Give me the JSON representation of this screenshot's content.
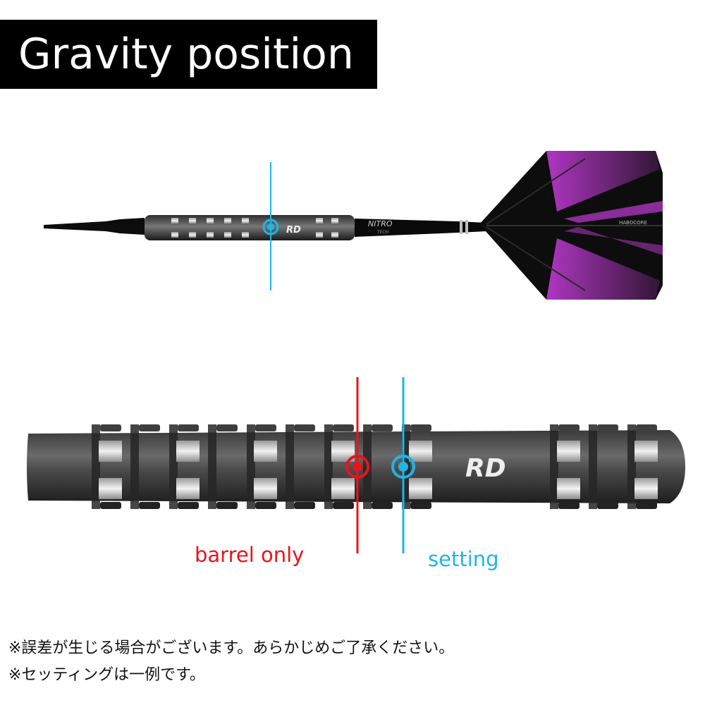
{
  "title": "Gravity position",
  "labels": {
    "barrel_only": "barrel only",
    "setting": "setting"
  },
  "dart": {
    "barrel_logo": "RD",
    "shaft_logo": "NITRO",
    "shaft_logo_sub": "TECH",
    "flight_text": "HABOCORE"
  },
  "notes": [
    "※誤差が生じる場合がございます。あらかじめご了承ください。",
    "※セッティングは一例です。"
  ],
  "colors": {
    "barrel_only": "#e8141b",
    "setting": "#1fb5e6",
    "flight_accent": "#c13bd6"
  }
}
